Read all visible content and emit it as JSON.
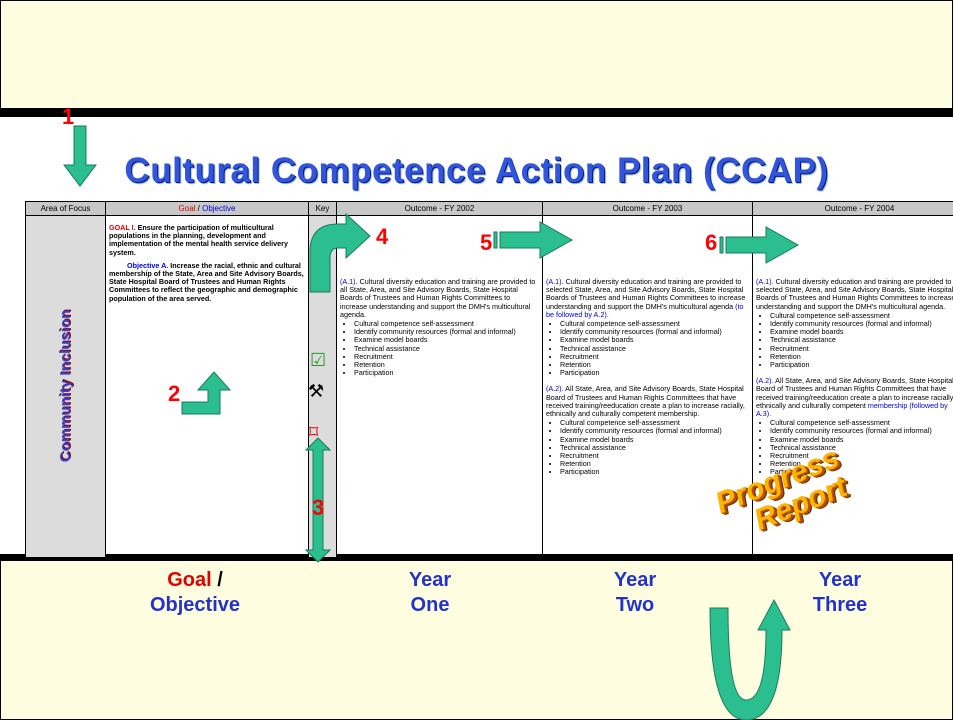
{
  "slide_title": "Cultural Competence Action Plan (CCAP)",
  "headers": {
    "area": "Area of Focus",
    "goal": "Goal",
    "slash": " / ",
    "objective": "Objective",
    "key": "Key",
    "y2002": "Outcome - FY 2002",
    "y2003": "Outcome - FY 2003",
    "y2004": "Outcome - FY 2004"
  },
  "area_text": "Community Inclusion",
  "goal": {
    "goal_id": "GOAL I.",
    "goal_text": " Ensure the participation of multicultural populations in the planning, development and implementation of the mental health service delivery system.",
    "objective_id": "Objective A.",
    "objective_text": " Increase the racial, ethnic and cultural membership of the State, Area and Site Advisory Boards, State Hospital Board of Trustees and Human Rights Committees to reflect the geographic and demographic population of the area served."
  },
  "fy2002": {
    "a1_id": "(A.1).",
    "a1_text": " Cultural diversity education and training are provided to all State, Area, and Site Advisory Boards, State Hospital Boards of Trustees and Human Rights Committees to increase understanding and support the DMH's multicultural agenda.",
    "bullets": [
      "Cultural competence self-assessment",
      "Identify community resources (formal and informal)",
      "Examine model boards",
      "Technical assistance",
      "Recruitment",
      "Retention",
      "Participation"
    ]
  },
  "fy2003": {
    "a1_id": "(A.1).",
    "a1_text": " Cultural diversity education and training are provided to selected State, Area, and Site Advisory Boards, State Hospital Boards of Trustees and Human Rights Committees to increase understanding and support the DMH's multicultural agenda",
    "a1_tail": " (to be followed by A.2).",
    "bullets1": [
      "Cultural competence self-assessment",
      "Identify community resources (formal and informal)",
      "Examine model boards",
      "Technical assistance",
      "Recruitment",
      "Retention",
      "Participation"
    ],
    "a2_id": "(A.2).",
    "a2_text": " All State, Area, and Site Advisory Boards, State Hospital Board of Trustees and Human Rights Committees that have received training/reeducation create a plan to increase racially, ethnically and culturally competent membership.",
    "bullets2": [
      "Cultural competence self-assessment",
      "Identify community resources (formal and informal)",
      "Examine model boards",
      "Technical assistance",
      "Recruitment",
      "Retention",
      "Participation"
    ]
  },
  "fy2004": {
    "a1_id": "(A.1).",
    "a1_text": " Cultural diversity education and training are provided to selected State, Area, and Site Advisory Boards, State Hospital Boards of Trustees and Human Rights Committees to increase understanding and support the DMH's multicultural agenda.",
    "bullets1": [
      "Cultural competence self-assessment",
      "Identify community resources (formal and informal)",
      "Examine model boards",
      "Technical assistance",
      "Recruitment",
      "Retention",
      "Participation"
    ],
    "a2_id": "(A.2).",
    "a2_text": " All State, Area, and Site Advisory Boards, State Hospital Board of Trustees and Human Rights Committees that have received training/reeducation create a plan to increase racially, ethnically and culturally competent",
    "a2_tail": " membership (followed by A.3).",
    "bullets2": [
      "Cultural competence self-assessment",
      "Identify community resources (formal and informal)",
      "Examine model boards",
      "Technical assistance",
      "Recruitment",
      "Retention",
      "Participation"
    ]
  },
  "callouts": {
    "n1": "1",
    "n2": "2",
    "n3": "3",
    "n4": "4",
    "n5": "5",
    "n6": "6"
  },
  "labels": {
    "goal": "Goal",
    "slash": " /",
    "objective": "Objective",
    "year": "Year",
    "one": "One",
    "two": "Two",
    "three": "Three"
  },
  "progress": {
    "line1": "Progress",
    "line2": "Report"
  },
  "colors": {
    "arrow": "#2bbf8f",
    "red": "#e00000",
    "blue": "#2233cc",
    "progress": "#ffb400"
  },
  "icons": [
    "down-arrow-icon",
    "bent-arrow-icon",
    "right-arrow-icon",
    "checkbox-check-icon",
    "tools-icon",
    "red-target-icon",
    "double-arrow-icon",
    "u-turn-arrow-icon"
  ]
}
